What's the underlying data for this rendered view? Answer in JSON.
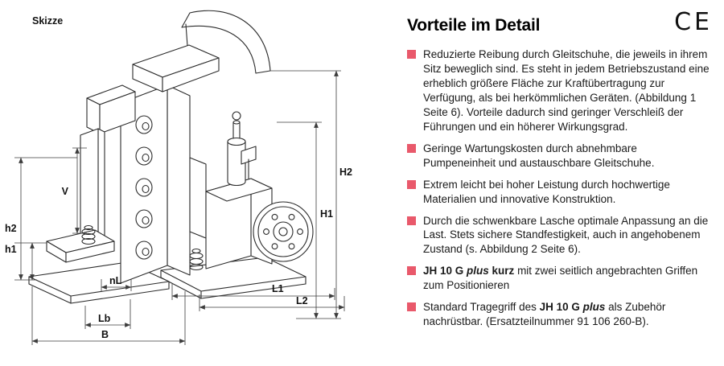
{
  "sketch": {
    "title": "Skizze",
    "labels": {
      "V": "V",
      "h2": "h2",
      "h1": "h1",
      "H1": "H1",
      "H2": "H2",
      "nL": "nL",
      "L1": "L1",
      "L2": "L2",
      "Lb": "Lb",
      "B": "B"
    }
  },
  "details": {
    "title": "Vorteile im Detail",
    "ce_mark": "CE",
    "bullet_color": "#e9596b",
    "items": [
      {
        "segments": [
          {
            "text": "Reduzierte Reibung durch Gleitschuhe, die jeweils in ihrem Sitz beweglich sind. Es steht in jedem Betriebszustand eine erheblich größere Fläche zur Kraftübertragung zur Verfügung, als bei herkömmlichen Geräten. (Abbildung 1 Seite 6). Vorteile dadurch sind geringer Verschleiß der Führungen und ein höherer Wirkungsgrad."
          }
        ]
      },
      {
        "segments": [
          {
            "text": "Geringe Wartungskosten durch abnehmbare Pumpeneinheit und austauschbare Gleitschuhe."
          }
        ]
      },
      {
        "segments": [
          {
            "text": "Extrem leicht bei hoher Leistung durch hochwertige Materialien und innovative Konstruktion."
          }
        ]
      },
      {
        "segments": [
          {
            "text": "Durch die schwenkbare Lasche optimale Anpassung an die Last. Stets sichere Standfestigkeit, auch in angehobenem Zustand (s. Abbildung 2 Seite 6)."
          }
        ]
      },
      {
        "segments": [
          {
            "text": "JH 10 G ",
            "bold": true
          },
          {
            "text": "plus",
            "bold": true,
            "italic": true
          },
          {
            "text": " kurz",
            "bold": true
          },
          {
            "text": " mit zwei seitlich angebrachten Griffen zum Positionieren"
          }
        ]
      },
      {
        "segments": [
          {
            "text": "Standard Tragegriff des "
          },
          {
            "text": "JH 10 G ",
            "bold": true
          },
          {
            "text": "plus",
            "bold": true,
            "italic": true
          },
          {
            "text": " als Zubehör nachrüstbar. (Ersatzteilnummer 91 106 260-B)."
          }
        ]
      }
    ]
  }
}
